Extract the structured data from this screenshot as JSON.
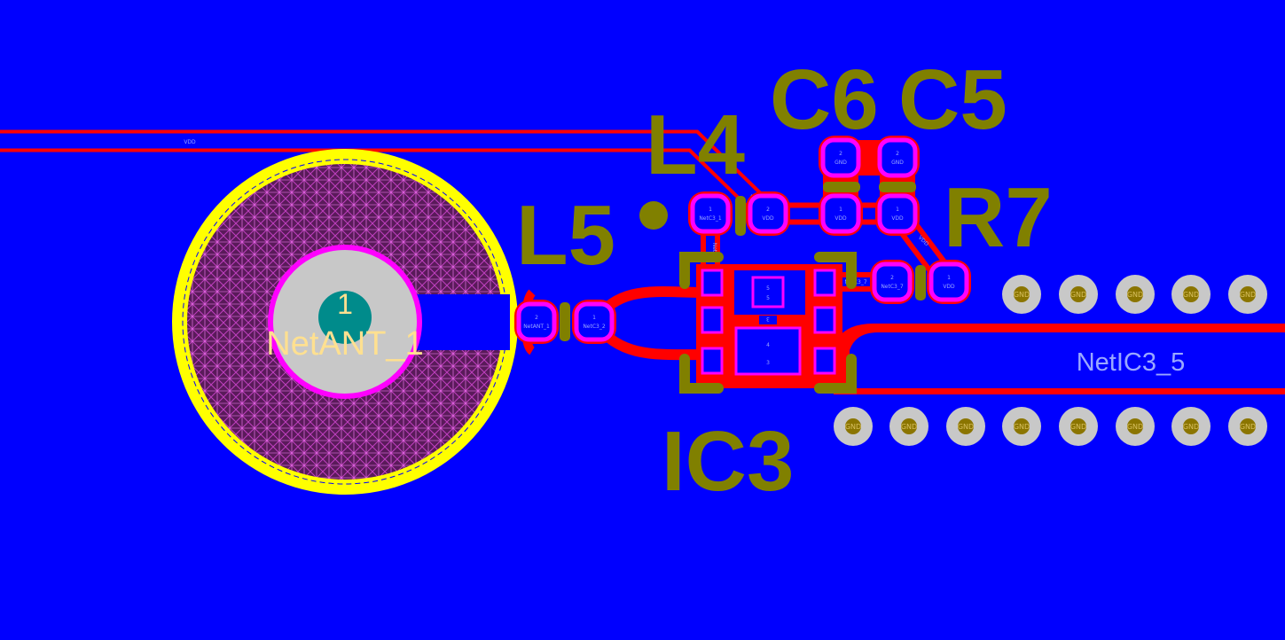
{
  "colors": {
    "board": "#0000ff",
    "copper_outline": "#ff0000",
    "pad": "#ff00ff",
    "silkscreen": "#808000",
    "antenna_ring": "#ffff00",
    "via": "#c8c8c8"
  },
  "designators": {
    "c6": "C6",
    "c5": "C5",
    "l4": "L4",
    "l5": "L5",
    "r7": "R7",
    "ic3": "IC3"
  },
  "nets": {
    "vdd_trace": "VDD",
    "vdd_diag1": "VDD",
    "vdd_diag2": "VDD",
    "netic3_5": "NetIC3_5",
    "netic3_7_partial": "NetC3_7",
    "netic_vertical": "NetIC"
  },
  "antenna": {
    "pad_number": "1",
    "net": "NetANT_1"
  },
  "pads": [
    {
      "num": "1",
      "net": "NetC3_1"
    },
    {
      "num": "2",
      "net": "VDD"
    },
    {
      "num": "2",
      "net": "GND"
    },
    {
      "num": "1",
      "net": "VDD"
    },
    {
      "num": "2",
      "net": "GND"
    },
    {
      "num": "1",
      "net": "VDD"
    },
    {
      "num": "2",
      "net": "NetC3_7"
    },
    {
      "num": "1",
      "net": "VDD"
    },
    {
      "num": "2",
      "net": "NetANT_1"
    },
    {
      "num": "1",
      "net": "NetC3_2"
    }
  ],
  "ic3_pads": {
    "center_top": [
      "5",
      "5"
    ],
    "center_bottom": [
      "4",
      "3"
    ],
    "small": "3"
  },
  "via_label": "GND"
}
